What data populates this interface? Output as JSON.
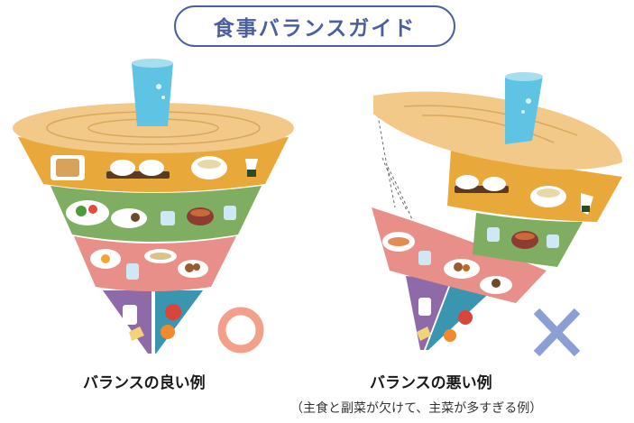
{
  "title": "食事バランスガイド",
  "good_example": {
    "caption": "バランスの良い例",
    "mark": "circle"
  },
  "bad_example": {
    "caption": "バランスの悪い例",
    "note": "（主食と副菜が欠けて、主菜が多すぎる例）",
    "mark": "cross"
  },
  "colors": {
    "title": "#4b5f9e",
    "top_disc": "#f3c98a",
    "grain_layer": "#e8a93a",
    "vegetable_layer": "#7fae63",
    "protein_layer": "#e88f8a",
    "milk_layer": "#8e6aa8",
    "fruit_layer": "#3a95b0",
    "water": "#5fc3e4",
    "circle_mark": "#f2a08a",
    "cross_mark": "#8b9fd4"
  }
}
